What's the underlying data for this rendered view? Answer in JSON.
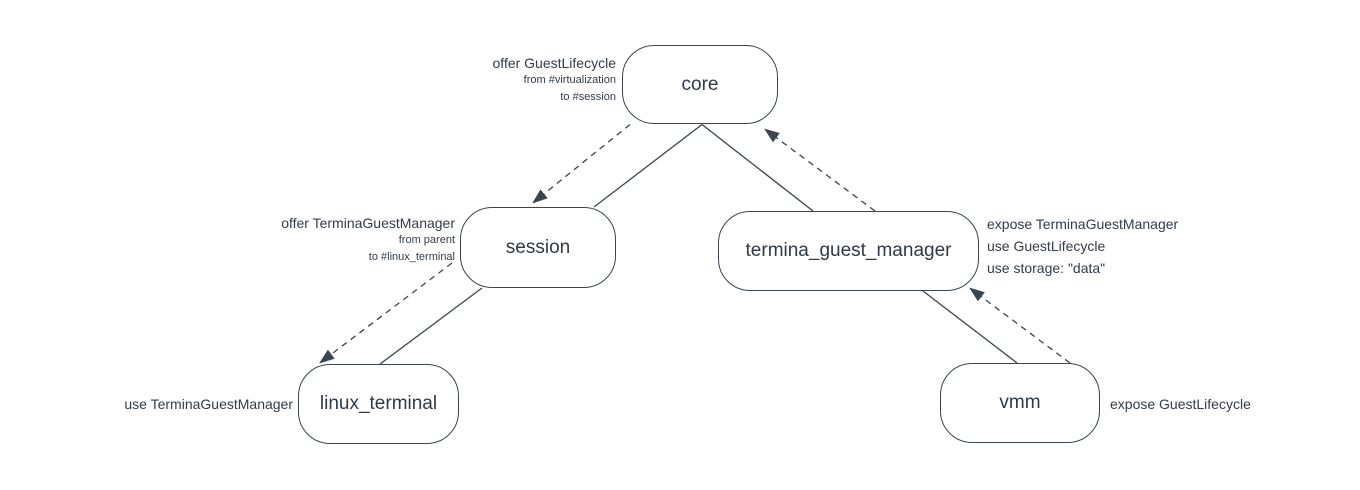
{
  "diagram": {
    "type": "component-routing-tree",
    "colors": {
      "background": "#ffffff",
      "stroke": "#3a4550",
      "text": "#333c48",
      "node_fill": "#ffffff"
    },
    "nodes": [
      {
        "id": "core",
        "label": "core"
      },
      {
        "id": "session",
        "label": "session"
      },
      {
        "id": "termina_guest_manager",
        "label": "termina_guest_manager"
      },
      {
        "id": "linux_terminal",
        "label": "linux_terminal"
      },
      {
        "id": "vmm",
        "label": "vmm"
      }
    ],
    "labels": {
      "core_offer": {
        "lines": [
          "offer GuestLifecycle",
          "from #virtualization",
          "to #session"
        ]
      },
      "session_offer": {
        "lines": [
          "offer TerminaGuestManager",
          "from parent",
          "to #linux_terminal"
        ]
      },
      "tgm_capabilities": {
        "lines": [
          "expose TerminaGuestManager",
          "use GuestLifecycle",
          "use storage: \"data\""
        ]
      },
      "linux_terminal_use": {
        "lines": [
          "use TerminaGuestManager"
        ]
      },
      "vmm_expose": {
        "lines": [
          "expose GuestLifecycle"
        ]
      }
    },
    "edges": {
      "solid": [
        {
          "from": "core",
          "to": "session"
        },
        {
          "from": "core",
          "to": "termina_guest_manager"
        },
        {
          "from": "session",
          "to": "linux_terminal"
        },
        {
          "from": "termina_guest_manager",
          "to": "vmm"
        }
      ],
      "dashed_arrows": [
        {
          "from": "core",
          "to": "session"
        },
        {
          "from": "session",
          "to": "linux_terminal"
        },
        {
          "from": "termina_guest_manager",
          "to": "core"
        },
        {
          "from": "vmm",
          "to": "termina_guest_manager"
        }
      ]
    }
  }
}
